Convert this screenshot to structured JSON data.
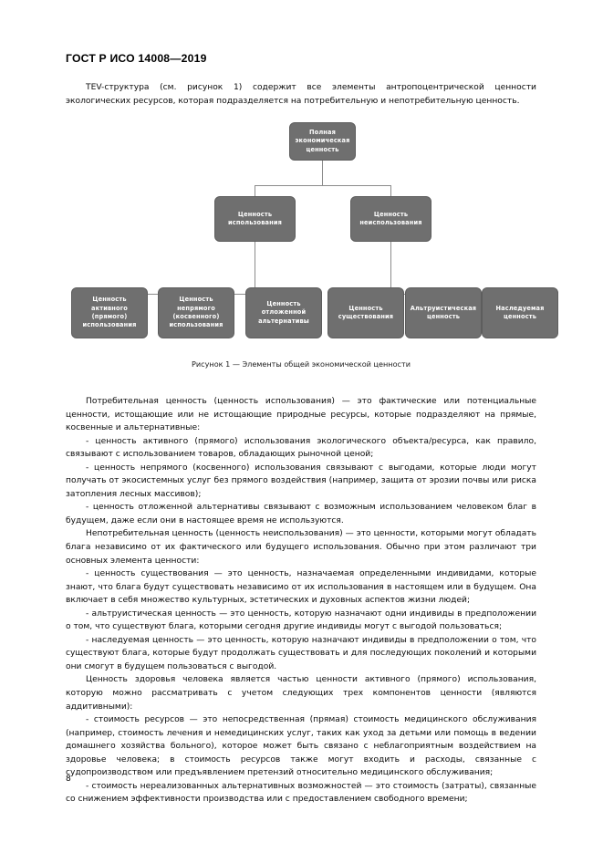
{
  "header": {
    "standard_title": "ГОСТ Р ИСО 14008—2019"
  },
  "intro": {
    "paragraph": "TEV-структура (см. рисунок 1) содержит все элементы антропоцентрической ценности экологических ресурсов, которая подразделяется на потребительную и непотребительную ценность."
  },
  "figure": {
    "caption": "Рисунок 1 — Элементы общей экономической ценности",
    "root": {
      "label": "Полная экономическая ценность"
    },
    "level2": [
      {
        "label": "Ценность использования"
      },
      {
        "label": "Ценность неиспользования"
      }
    ],
    "level3": [
      {
        "label": "Ценность активного (прямого) использования"
      },
      {
        "label": "Ценность непрямого (косвенного) использования"
      },
      {
        "label": "Ценность отложенной альтернативы"
      },
      {
        "label": "Ценность существования"
      },
      {
        "label": "Альтруистическая ценность"
      },
      {
        "label": "Наследуемая ценность"
      }
    ],
    "box_color": "#6f6f6f",
    "connector_color": "#8b8b8b",
    "text_color": "#ffffff"
  },
  "main_text": {
    "paragraphs": [
      "Потребительная ценность (ценность использования) — это фактические или потенциальные ценности, истощающие или не истощающие природные ресурсы, которые подразделяют на прямые, косвенные и альтернативные:",
      "- ценность активного (прямого) использования экологического объекта/ресурса, как правило, связывают с использованием товаров, обладающих рыночной ценой;",
      "- ценность непрямого (косвенного) использования связывают с выгодами, которые люди могут получать от экосистемных услуг без прямого воздействия (например, защита от эрозии почвы или риска затопления лесных массивов);",
      "- ценность отложенной альтернативы связывают с возможным использованием человеком благ в будущем, даже если они в настоящее время не используются.",
      "Непотребительная ценность (ценность неиспользования) — это ценности, которыми могут обладать блага независимо от их фактического или будущего использования. Обычно при этом различают три основных элемента ценности:",
      "- ценность существования — это ценность, назначаемая определенными индивидами, которые знают, что блага будут существовать независимо от их использования в настоящем или в будущем. Она включает в себя множество культурных, эстетических и духовных аспектов жизни людей;",
      "- альтруистическая ценность — это ценность, которую назначают одни индивиды в предположении о том, что существуют блага, которыми сегодня другие индивиды могут с выгодой пользоваться;",
      "- наследуемая ценность — это ценность, которую назначают индивиды в предположении о том, что существуют блага, которые будут продолжать существовать и для последующих поколений и которыми они смогут в будущем пользоваться с выгодой.",
      "Ценность здоровья человека является частью ценности активного (прямого) использования, которую можно рассматривать с учетом следующих трех компонентов ценности (являются аддитивными):",
      "- стоимость ресурсов — это непосредственная (прямая) стоимость медицинского обслуживания (например, стоимость лечения и немедицинских услуг, таких как уход за детьми или помощь в ведении домашнего хозяйства больного), которое может быть связано с неблагоприятным воздействием на здоровье человека; в стоимость ресурсов также могут входить и расходы, связанные с судопроизводством или предъявлением претензий относительно медицинского обслуживания;",
      "- стоимость нереализованных альтернативных возможностей — это стоимость (затраты), связанные со снижением эффективности производства или с предоставлением свободного времени;"
    ]
  },
  "footer": {
    "page_number": "8"
  }
}
